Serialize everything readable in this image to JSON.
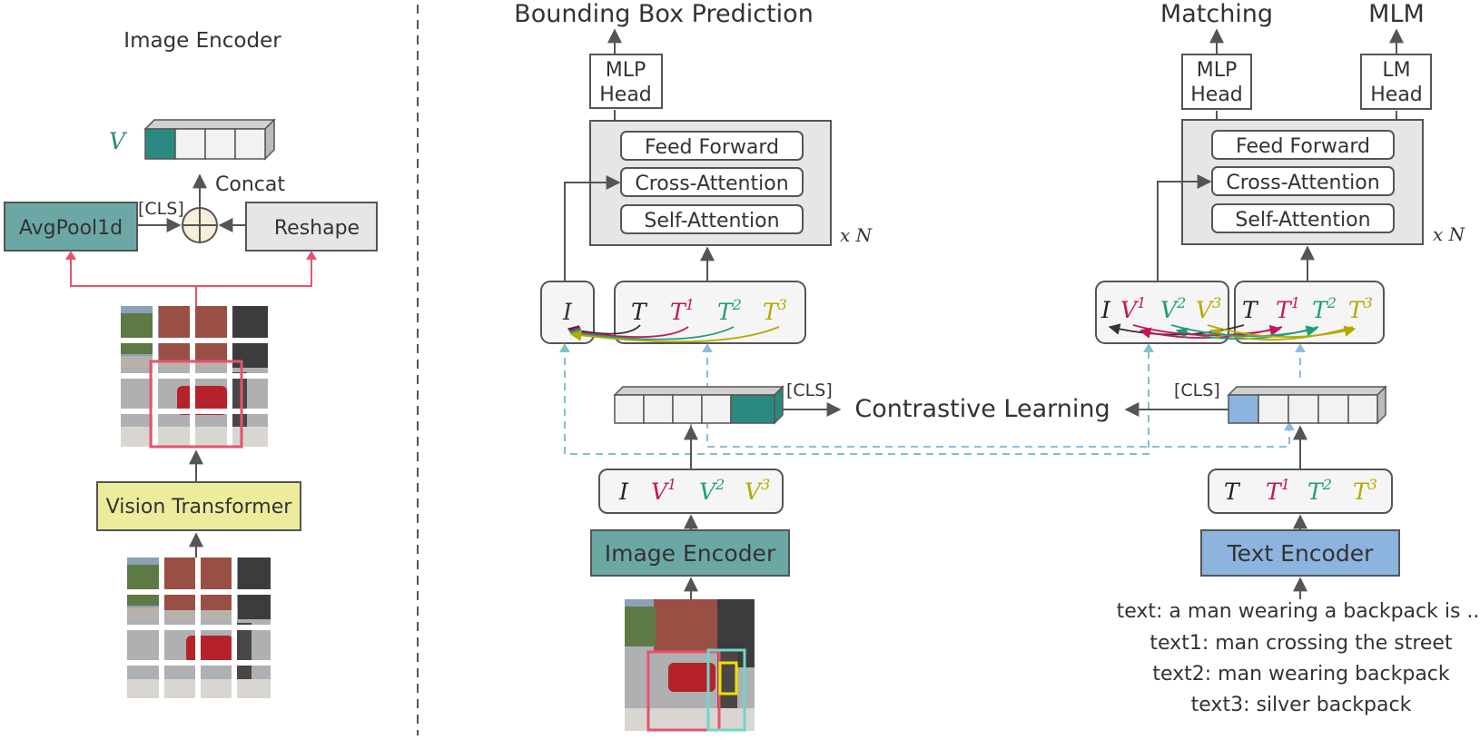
{
  "colors": {
    "teal": "#6ba8a5",
    "teal_dark": "#2a8a80",
    "blue": "#8cb4de",
    "yellow": "#ecec9c",
    "gray_box": "#e6e6e6",
    "red_arrow": "#e4546e",
    "crimson": "#c2185b",
    "green": "#1e9e7a",
    "olive": "#b5a900",
    "dash_teal": "#7fc3c0",
    "dash_blue": "#8fbbe0"
  },
  "left": {
    "title": "Image Encoder",
    "v_symbol": "V",
    "concat": "Concat",
    "cls": "[CLS]",
    "avgpool": "AvgPool1d",
    "reshape": "Reshape",
    "vision_transformer": "Vision Transformer"
  },
  "middle": {
    "output_title": "Bounding Box Prediction",
    "mlp_head": [
      "MLP",
      "Head"
    ],
    "feed_forward": "Feed Forward",
    "cross_attention": "Cross-Attention",
    "self_attention": "Self-Attention",
    "repeat": "x N",
    "i_token": "I",
    "t_tokens": [
      {
        "base": "T",
        "sup": ""
      },
      {
        "base": "T",
        "sup": "1"
      },
      {
        "base": "T",
        "sup": "2"
      },
      {
        "base": "T",
        "sup": "3"
      }
    ],
    "cls": "[CLS]",
    "image_encoder": "Image Encoder",
    "v_tokens": [
      {
        "base": "I",
        "sup": ""
      },
      {
        "base": "V",
        "sup": "1"
      },
      {
        "base": "V",
        "sup": "2"
      },
      {
        "base": "V",
        "sup": "3"
      }
    ]
  },
  "center": {
    "contrastive": "Contrastive Learning"
  },
  "right": {
    "matching": "Matching",
    "mlm": "MLM",
    "mlp_head": [
      "MLP",
      "Head"
    ],
    "lm_head": [
      "LM",
      "Head"
    ],
    "feed_forward": "Feed Forward",
    "cross_attention": "Cross-Attention",
    "self_attention": "Self-Attention",
    "repeat": "x N",
    "v_tokens": [
      {
        "base": "I",
        "sup": ""
      },
      {
        "base": "V",
        "sup": "1"
      },
      {
        "base": "V",
        "sup": "2"
      },
      {
        "base": "V",
        "sup": "3"
      }
    ],
    "t_tokens": [
      {
        "base": "T",
        "sup": ""
      },
      {
        "base": "T",
        "sup": "1"
      },
      {
        "base": "T",
        "sup": "2"
      },
      {
        "base": "T",
        "sup": "3"
      }
    ],
    "cls": "[CLS]",
    "text_encoder": "Text Encoder",
    "text_encoder_tokens": [
      {
        "base": "T",
        "sup": ""
      },
      {
        "base": "T",
        "sup": "1"
      },
      {
        "base": "T",
        "sup": "2"
      },
      {
        "base": "T",
        "sup": "3"
      }
    ],
    "texts": [
      "text: a man wearing a backpack is ...",
      "text1: man crossing the street",
      "text2: man wearing backpack",
      "text3: silver backpack"
    ]
  }
}
